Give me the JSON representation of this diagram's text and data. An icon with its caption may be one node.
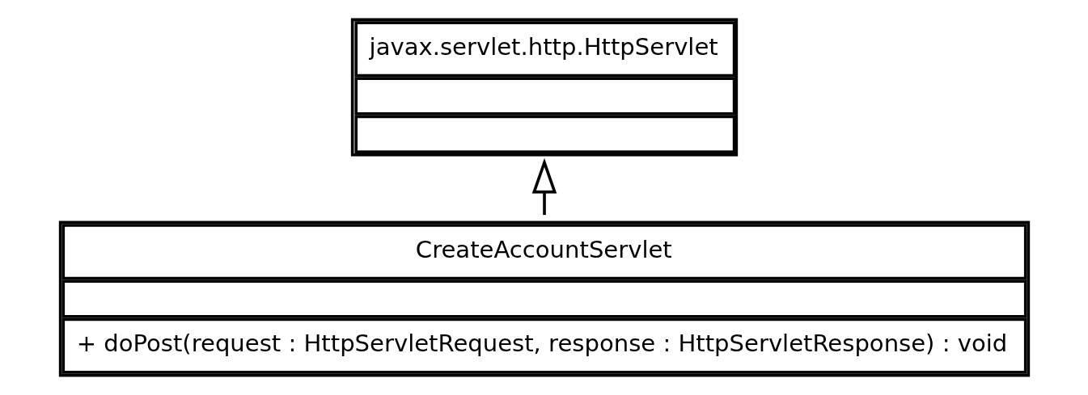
{
  "diagram": {
    "nodes": [
      {
        "text": [
          "javax.servlet.http.HttpServlet"
        ]
      },
      {
        "text": [
          "CreateAccountServlet",
          "+ doPost(request : HttpServletRequest, response : HttpServletResponse) : void"
        ]
      }
    ],
    "edges": [
      {
        "from": 1,
        "to": 0,
        "arrow": "to"
      }
    ]
  }
}
